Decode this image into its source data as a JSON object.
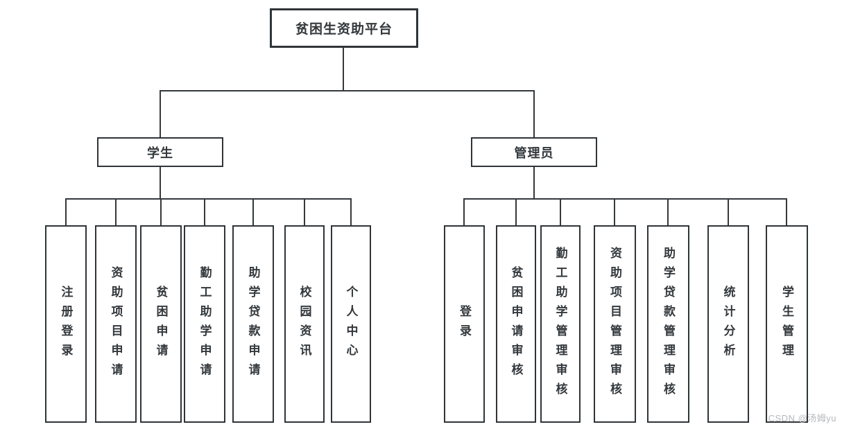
{
  "diagram": {
    "root": {
      "label": "贫困生资助平台"
    },
    "branches": [
      {
        "label": "学生",
        "children": [
          "注册登录",
          "资助项目申请",
          "贫困申请",
          "勤工助学申请",
          "助学贷款申请",
          "校园资讯",
          "个人中心"
        ]
      },
      {
        "label": "管理员",
        "children": [
          "登录",
          "贫困申请审核",
          "勤工助学管理审核",
          "资助项目管理审核",
          "助学贷款管理审核",
          "统计分析",
          "学生管理"
        ]
      }
    ]
  },
  "watermark": "CSDN @汤姆yu",
  "colors": {
    "line": "#33383c",
    "box_border": "#2f3437",
    "text": "#33383c",
    "background": "#ffffff",
    "watermark": "#b4b7ba"
  }
}
